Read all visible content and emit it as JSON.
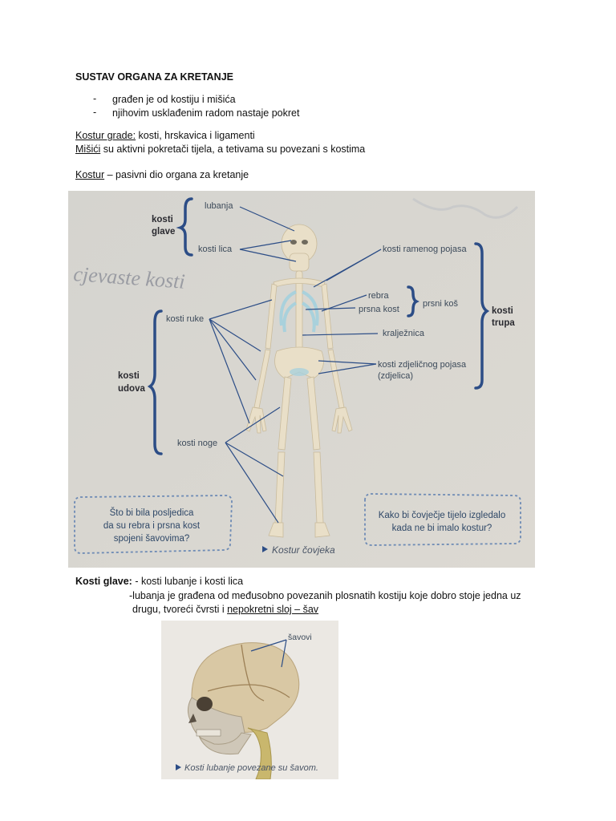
{
  "heading": "SUSTAV ORGANA ZA KRETANJE",
  "bullets": [
    {
      "marker": "-",
      "text": "građen je od kostiju i mišića"
    },
    {
      "marker": "-",
      "text": "njihovim usklađenim radom nastaje pokret"
    }
  ],
  "kostur_line": {
    "label": "Kostur grade:",
    "text": " kosti, hrskavica i ligamenti"
  },
  "misici_line": {
    "label": "Mišići",
    "text": " su aktivni pokretači tijela, a tetivama su povezani s kostima"
  },
  "kostur_pasivni": {
    "label": "Kostur",
    "text": " – pasivni dio organa za kretanje"
  },
  "figure1": {
    "caption": "Kostur čovjeka",
    "handwriting": "cjevaste kosti",
    "groups": {
      "kosti_glave": [
        "kosti",
        "glave"
      ],
      "kosti_udova": [
        "kosti",
        "udova"
      ],
      "kosti_trupa": [
        "kosti",
        "trupa"
      ]
    },
    "labels": {
      "lubanja": "lubanja",
      "kosti_lica": "kosti lica",
      "kosti_ramenog_pojasa": "kosti ramenog pojasa",
      "rebra": "rebra",
      "prsna_kost": "prsna kost",
      "prsni_kos": "prsni koš",
      "kraljeznica": "kralježnica",
      "kosti_ruke": "kosti ruke",
      "kosti_zdjelicnog_pojasa": "kosti zdjeličnog pojasa",
      "zdjelica": "(zdjelica)",
      "kosti_noge": "kosti noge"
    },
    "question_left": [
      "Što bi bila posljedica",
      "da su rebra i prsna kost",
      "spojeni šavovima?"
    ],
    "question_right": [
      "Kako bi čovječje tijelo izgledalo",
      "kada ne bi imalo kostur?"
    ]
  },
  "kosti_glave_line": {
    "label": "Kosti glave:",
    "text": " - kosti lubanje i kosti lica"
  },
  "lubanja_line1": "-lubanja je građena od međusobno povezanih plosnatih kostiju koje dobro stoje jedna uz",
  "lubanja_line2": {
    "text": "drugu, tvoreći čvrsti i ",
    "underlined": "nepokretni sloj – šav"
  },
  "figure2": {
    "label": "šavovi",
    "caption": "Kosti lubanje povezane su šavom."
  },
  "colors": {
    "label_blue": "#3c4a5a",
    "bracket_blue": "#2c4d86",
    "bone": "#e9dfc8",
    "ribs": "#a9d1dc"
  }
}
